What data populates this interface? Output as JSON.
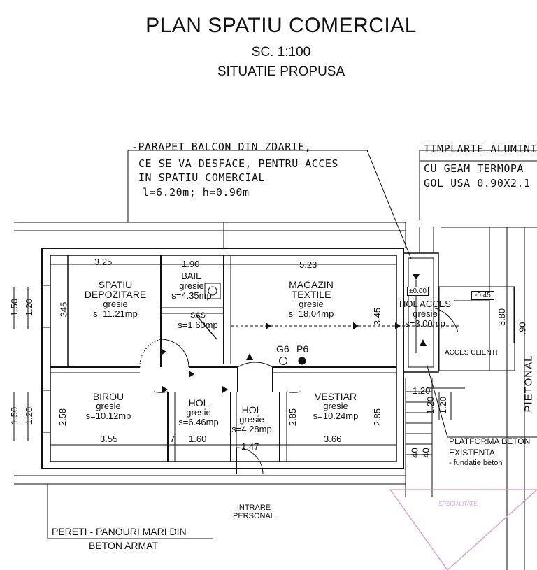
{
  "header": {
    "title": "PLAN SPATIU COMERCIAL",
    "scale": "SC. 1:100",
    "situation": "SITUATIE PROPUSA"
  },
  "notes": {
    "parapet": [
      "-PARAPET BALCON DIN ZDARIE,",
      "CE SE VA DESFACE, PENTRU ACCES",
      "IN SPATIU COMERCIAL",
      "l=6.20m;   h=0.90m"
    ],
    "tamplarie": [
      "TIMPLARIE ALUMINIU",
      "CU GEAM TERMOPA",
      "GOL USA 0.90X2.1"
    ],
    "pereti": [
      "PERETI - PANOURI MARI DIN",
      "BETON ARMAT"
    ],
    "platforma": [
      "PLATFORMA BETON",
      "EXISTENTA",
      "- fundatie beton"
    ],
    "intrare": [
      "INTRARE",
      "PERSONAL"
    ],
    "acces_clienti": "ACCES CLIENTI",
    "pietonal": "PIETONAL"
  },
  "rooms": [
    {
      "name": "SPATIU",
      "name2": "DEPOZITARE",
      "finish": "gresie",
      "area": "s=11.21mp"
    },
    {
      "name": "BAIE",
      "finish": "gresie",
      "area": "s=4.35mp"
    },
    {
      "name": "SAS",
      "finish": "",
      "area": "s=1.60mp"
    },
    {
      "name": "MAGAZIN",
      "name2": "TEXTILE",
      "finish": "gresie",
      "area": "s=18.04mp"
    },
    {
      "name": "HOL ACCES",
      "finish": "gresie",
      "area": "s=3.00mp"
    },
    {
      "name": "BIROU",
      "finish": "gresie",
      "area": "s=10.12mp"
    },
    {
      "name": "HOL",
      "finish": "gresie",
      "area": "s=6.46mp"
    },
    {
      "name": "HOL",
      "finish": "gresie",
      "area": "s=4.28mp"
    },
    {
      "name": "VESTIAR",
      "finish": "gresie",
      "area": "s=10.24mp"
    }
  ],
  "dimensions": {
    "top": [
      "3.25",
      "1.90",
      "5.23"
    ],
    "bottom": [
      "3.55",
      "1.60",
      "1.47",
      "3.66"
    ],
    "left_outer_top": "1.50",
    "left_inner_top": "1.20",
    "left_outer_bottom": "1.50",
    "left_inner_bottom": "1.20",
    "v345": "345",
    "v258": "2.58",
    "v285a": "2.85",
    "v285b": "2.85",
    "v345r": "3.45",
    "v380": "3.80",
    "v90": ".90",
    "r120a": "1.20",
    "r120b": "1.20",
    "r120c": "1.20",
    "r40a": "40",
    "r40b": "40",
    "cut": "7",
    "lvl0": "±0.00",
    "lvl045": "-0.45",
    "g6": "G6",
    "p6": "P6"
  },
  "stamp": "SPECIALITATE"
}
